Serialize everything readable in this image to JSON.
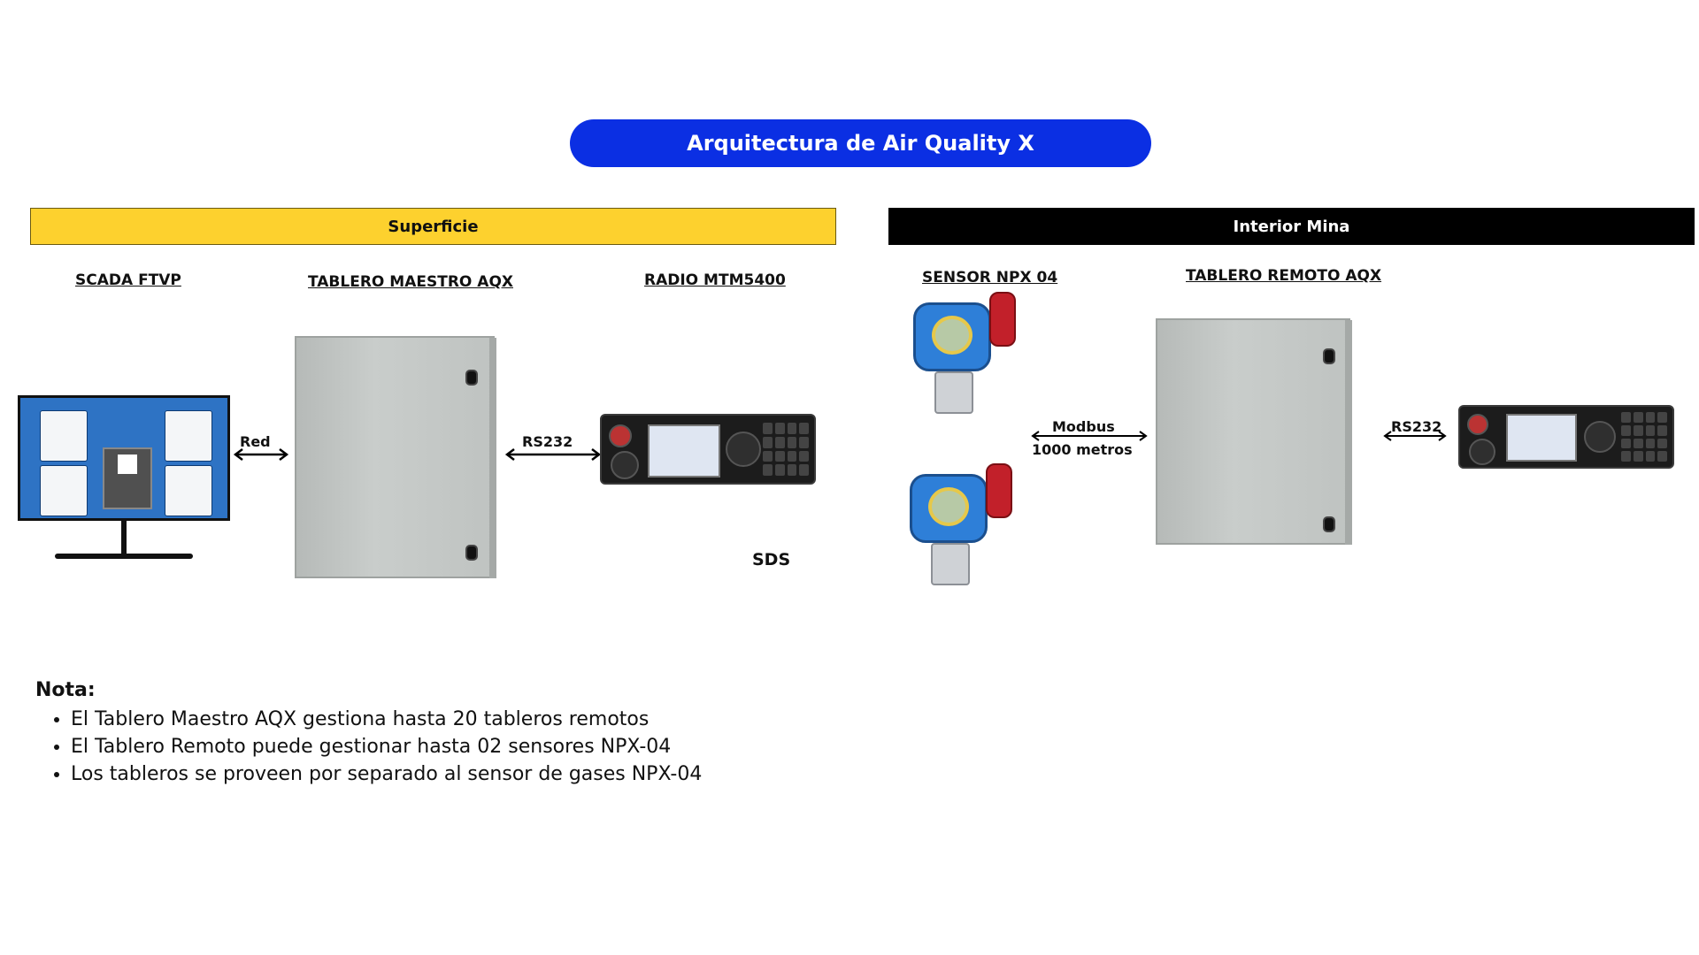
{
  "title": "Arquitectura de Air Quality X",
  "sections": {
    "superficie": "Superficie",
    "interior": "Interior Mina"
  },
  "devices": {
    "scada": "SCADA FTVP",
    "tablero_maestro": "TABLERO MAESTRO AQX",
    "radio": "RADIO MTM5400",
    "sensor": "SENSOR NPX 04",
    "tablero_remoto": "TABLERO REMOTO AQX"
  },
  "connections": {
    "red": "Red",
    "rs232_sup": "RS232",
    "sds": "SDS",
    "modbus": "Modbus",
    "modbus_distance": "1000 metros",
    "rs232_int": "RS232"
  },
  "notes": {
    "title": "Nota:",
    "items": [
      "El Tablero Maestro AQX gestiona hasta 20 tableros remotos",
      "El Tablero Remoto puede gestionar hasta 02 sensores NPX-04",
      "Los tableros se proveen por separado al sensor de gases NPX-04"
    ]
  },
  "colors": {
    "title_bg": "#0b2fe3",
    "superficie_bg": "#fdd12e",
    "interior_bg": "#000000",
    "sensor_blue": "#2e7fd8",
    "beacon_red": "#c2202a"
  },
  "icons": [
    "monitor-icon",
    "cabinet-icon",
    "radio-icon",
    "gas-sensor-icon",
    "double-arrow-icon"
  ]
}
